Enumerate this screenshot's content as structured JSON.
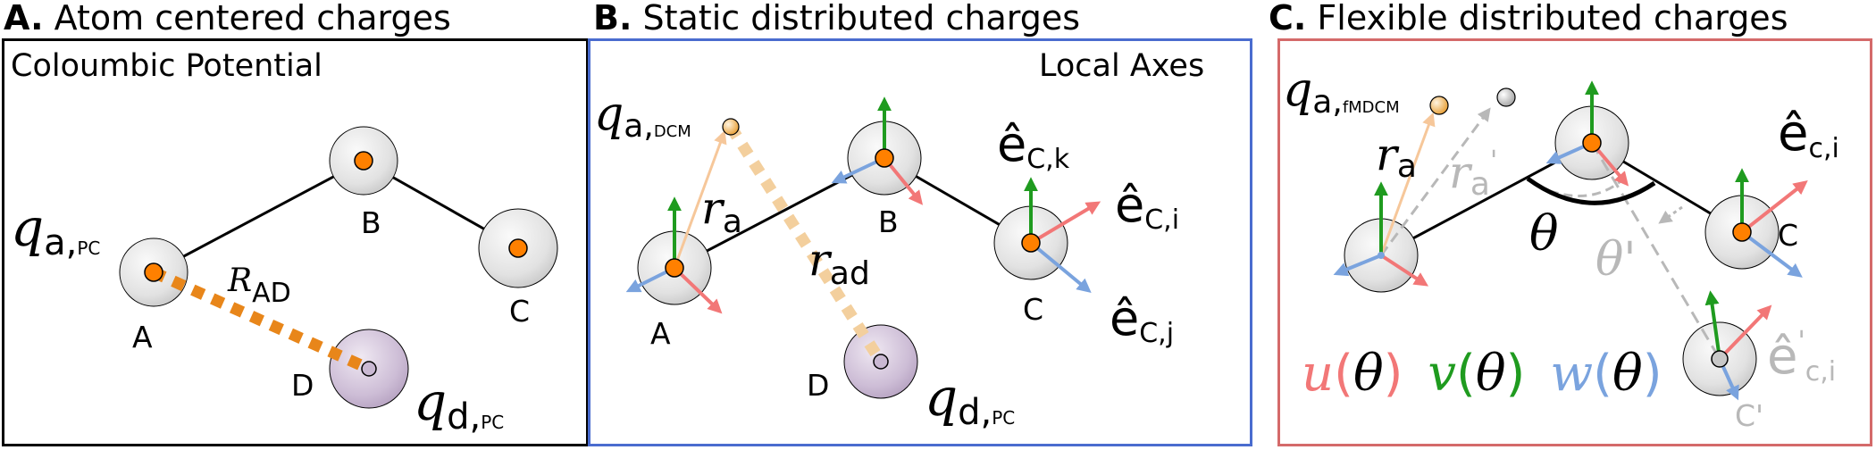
{
  "panel_a": {
    "letter": "A.",
    "title": "Atom centered charges",
    "box_label": "Coloumbic Potential",
    "atoms": [
      "A",
      "B",
      "C",
      "D"
    ],
    "charge_a_sym": "q",
    "charge_a_sub": "a,",
    "charge_a_tag": "PC",
    "charge_d_sym": "q",
    "charge_d_sub": "d,",
    "charge_d_tag": "PC",
    "distance_sym": "R",
    "distance_sub": "AD"
  },
  "panel_b": {
    "letter": "B.",
    "title": "Static distributed charges",
    "box_label": "Local Axes",
    "atoms": [
      "A",
      "B",
      "C",
      "D"
    ],
    "charge_a_sym": "q",
    "charge_a_sub": "a,",
    "charge_a_tag": "DCM",
    "charge_d_sym": "q",
    "charge_d_sub": "d,",
    "charge_d_tag": "PC",
    "r_a_sym": "r",
    "r_a_sub": "a",
    "r_ad_sym": "r",
    "r_ad_sub": "ad",
    "axis_k_sym": "ê",
    "axis_k_sub": "C,k",
    "axis_i_sym": "ê",
    "axis_i_sub": "C,i",
    "axis_j_sym": "ê",
    "axis_j_sub": "C,j"
  },
  "panel_c": {
    "letter": "C.",
    "title": "Flexible distributed charges",
    "atoms": [
      "C",
      "C'"
    ],
    "charge_a_sym": "q",
    "charge_a_sub": "a,",
    "charge_a_tag": "fMDCM",
    "r_a_sym": "r",
    "r_a_sub": "a",
    "r_a_prime_sym": "r",
    "r_a_prime_sub": "a",
    "r_a_prime_mark": "'",
    "angle": "θ",
    "angle_prime": "θ'",
    "axis_i_sym": "ê",
    "axis_i_sub": "c,i",
    "axis_i_prime_sym": "ê",
    "axis_i_prime_mark": "'",
    "axis_i_prime_sub": "c,i",
    "legend_u": "u",
    "legend_v": "v",
    "legend_w": "w",
    "legend_arg": "θ",
    "legend_open": "(",
    "legend_close": ")"
  },
  "colors": {
    "atom_fill": "#ff8000",
    "sphere": "#e8e8e8",
    "sphere_purple": "#c9b8d2",
    "bond": "#000000",
    "charge_line": "#e8861a",
    "charge_line_faded": "#f3cf9d",
    "axis_red": "#f27777",
    "axis_green": "#1f9b1f",
    "axis_blue": "#7aa3de",
    "ghost": "#b8b8b8",
    "panel_b_border": "#4a6ccf",
    "panel_c_border": "#d46a6a"
  }
}
